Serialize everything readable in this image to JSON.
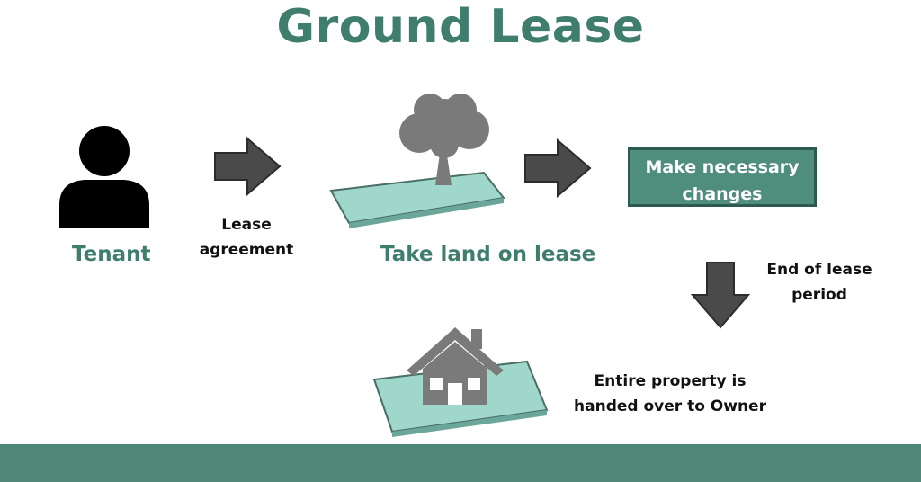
{
  "title": "Ground Lease",
  "tenant": {
    "label": "Tenant",
    "icon": "person-icon"
  },
  "lease_agreement": {
    "line1": "Lease",
    "line2": "agreement"
  },
  "land": {
    "label": "Take land on lease",
    "icon": "tree-on-land-icon"
  },
  "changes_box": {
    "line1": "Make necessary",
    "line2": "changes"
  },
  "end_of_lease": {
    "line1": "End of lease",
    "line2": "period"
  },
  "handover": {
    "line1": "Entire property is",
    "line2": "handed over to Owner",
    "icon": "house-on-land-icon"
  },
  "colors": {
    "accent": "#3f7d6d",
    "box_fill": "#4f8d7d",
    "land_fill": "#9fd8cb",
    "arrow": "#4a4a4a",
    "icon_gray": "#7a7a7a",
    "footer": "#4e8777"
  }
}
